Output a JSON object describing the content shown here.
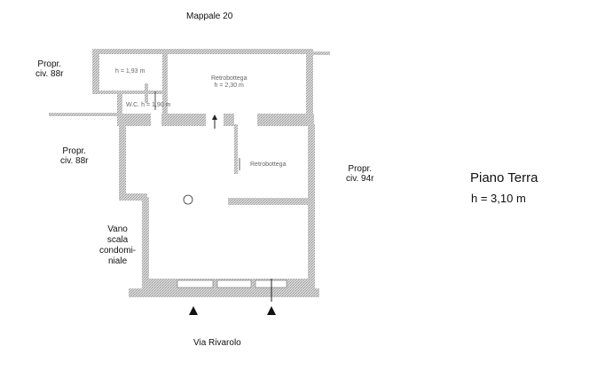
{
  "plan": {
    "top_label": "Mappale 20",
    "bottom_label": "Via Rivarolo",
    "neighbors": {
      "top_left_line1": "Propr.",
      "top_left_line2": "civ. 88r",
      "left_line1": "Propr.",
      "left_line2": "civ. 88r",
      "right_line1": "Propr.",
      "right_line2": "civ. 94r"
    },
    "stair": {
      "line1": "Vano",
      "line2": "scala",
      "line3": "condomi-",
      "line4": "niale"
    },
    "rooms": {
      "small_room_h": "h = 1,93 m",
      "wc_label": "W.C.",
      "wc_h": "h = 1,90 m",
      "retro_label": "Retrobottega",
      "retro_h": "h = 2,30 m",
      "mid_label": "Retrobottega"
    },
    "floor_title": "Piano Terra",
    "floor_height": "h = 3,10 m"
  }
}
